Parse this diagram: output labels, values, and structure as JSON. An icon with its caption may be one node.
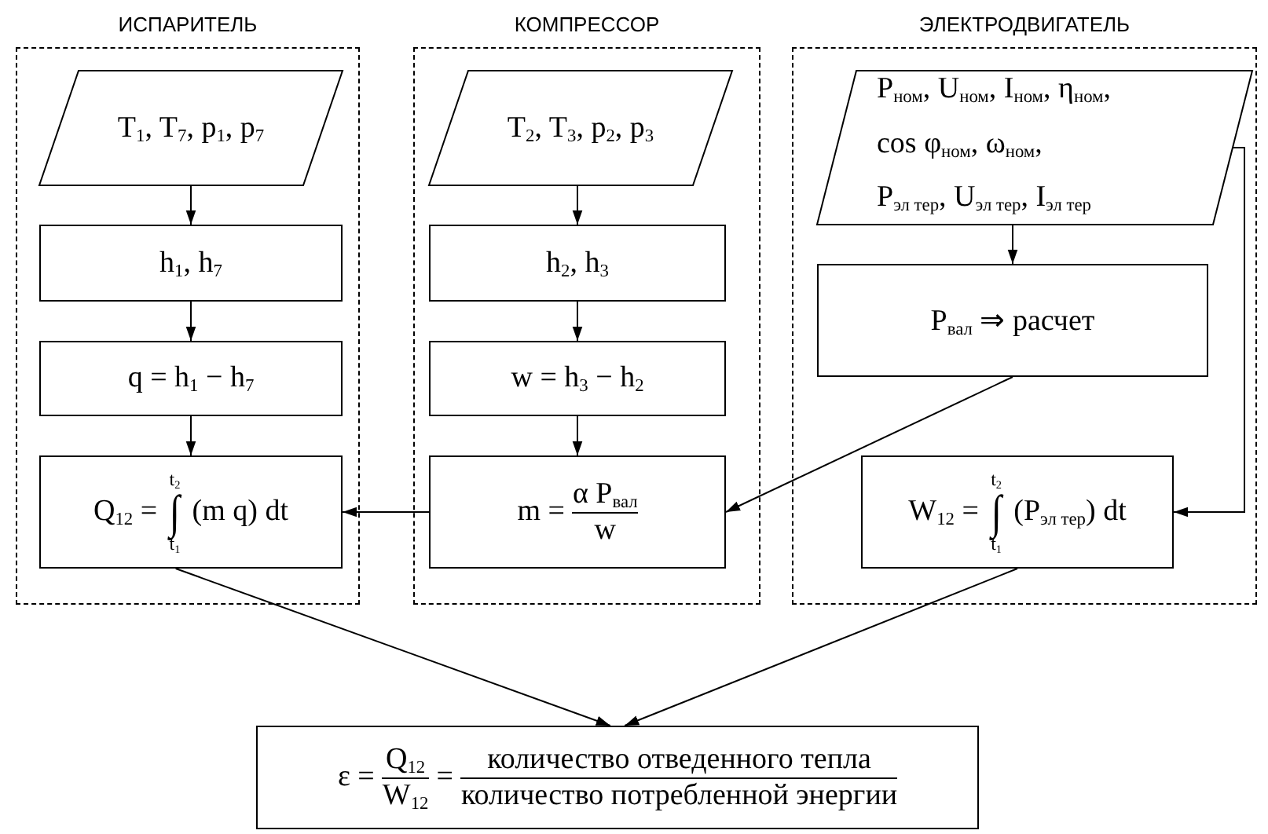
{
  "diagram": {
    "nodes": [
      {
        "text": [
          "ИСПАРИТЕЛЬ"
        ]
      },
      {
        "text": [
          "T$_{1}$, T$_{7}$, p$_{1}$, p$_{7}$"
        ],
        "in": 0
      },
      {
        "text": [
          "h$_{1}$, h$_{7}$"
        ],
        "in": 0
      },
      {
        "text": [
          "q = h$_{1}$ − h$_{7}$"
        ],
        "in": 0
      },
      {
        "text": [
          "Q$_{12}$ =",
          "t$_{2}$",
          "∫",
          "t$_{1}$",
          "(m q) dt"
        ],
        "in": 0
      },
      {
        "text": [
          "КОМПРЕССОР"
        ]
      },
      {
        "text": [
          "T$_{2}$, T$_{3}$, p$_{2}$, p$_{3}$"
        ],
        "in": 5
      },
      {
        "text": [
          "h$_{2}$, h$_{3}$"
        ],
        "in": 5
      },
      {
        "text": [
          "w = h$_{3}$ − h$_{2}$"
        ],
        "in": 5
      },
      {
        "text": [
          "m =",
          "α P$_{вал}$",
          "w"
        ],
        "in": 5
      },
      {
        "text": [
          "ЭЛЕКТРОДВИГАТЕЛЬ"
        ]
      },
      {
        "text": [
          "P$_{ном}$, U$_{ном}$, I$_{ном}$, η$_{ном}$,",
          "cos φ$_{ном}$, ω$_{ном}$,",
          "P$_{эл тер}$, U$_{эл тер}$, I$_{эл тер}$"
        ],
        "in": 10
      },
      {
        "text": [
          "P$_{вал}$ ⇒ расчет"
        ],
        "in": 10
      },
      {
        "text": [
          "W$_{12}$ =",
          "t$_{2}$",
          "∫",
          "t$_{1}$",
          "(P$_{эл тер}$) dt"
        ],
        "in": 10
      },
      {
        "text": [
          "ε =",
          "Q$_{12}$",
          "W$_{12}$",
          "=",
          "количество отведенного тепла",
          "количество потребленной энергии"
        ]
      }
    ],
    "edges": [
      {
        "from": 1,
        "to": 2,
        "arrow": "to"
      },
      {
        "from": 2,
        "to": 3,
        "arrow": "to"
      },
      {
        "from": 3,
        "to": 4,
        "arrow": "to"
      },
      {
        "from": 6,
        "to": 7,
        "arrow": "to"
      },
      {
        "from": 7,
        "to": 8,
        "arrow": "to"
      },
      {
        "from": 8,
        "to": 9,
        "arrow": "to"
      },
      {
        "from": 9,
        "to": 4,
        "arrow": "to"
      },
      {
        "from": 11,
        "to": 12,
        "arrow": "to"
      },
      {
        "from": 12,
        "to": 9,
        "arrow": "to"
      },
      {
        "from": 11,
        "to": 13,
        "arrow": "to"
      },
      {
        "from": 4,
        "to": 14,
        "arrow": "to"
      },
      {
        "from": 13,
        "to": 14,
        "arrow": "to"
      }
    ]
  }
}
